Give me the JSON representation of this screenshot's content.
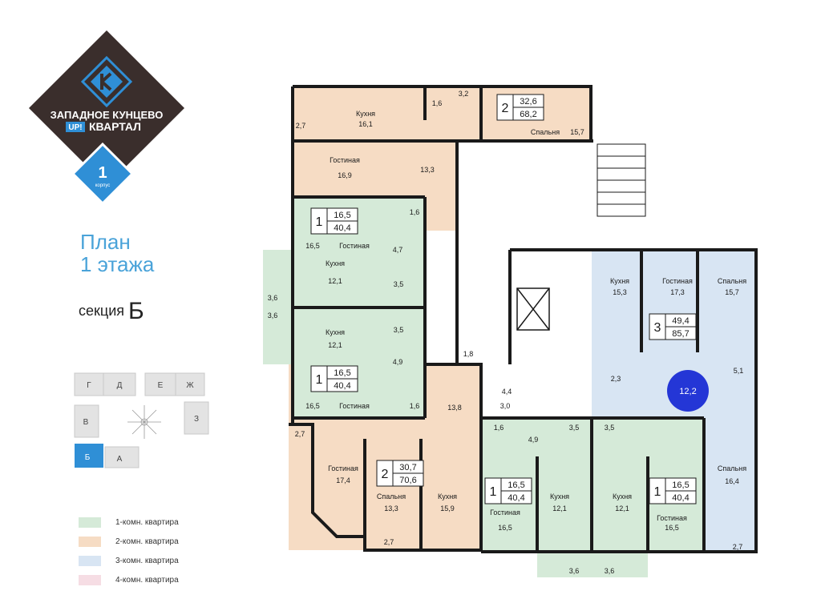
{
  "logo": {
    "line1": "ЗАПАДНОЕ КУНЦЕВО",
    "badge": "UP!",
    "line2": "КВАРТАЛ",
    "korpus_number": "1",
    "korpus_label": "корпус",
    "colors": {
      "diamond": "#3a2e2c",
      "accent": "#2f8fd6"
    }
  },
  "title": {
    "line1": "План",
    "line2": "1 этажа"
  },
  "section": {
    "label": "секция",
    "letter": "Б"
  },
  "keymap": {
    "sections": [
      "Г",
      "Д",
      "Е",
      "Ж",
      "З",
      "В",
      "Б",
      "А"
    ],
    "active": "Б",
    "colors": {
      "active": "#2f8fd6",
      "inactive": "#e3e3e3"
    }
  },
  "legend": [
    {
      "label": "1-комн. квартира",
      "color": "#d5ead8"
    },
    {
      "label": "2-комн. квартира",
      "color": "#f6dcc4"
    },
    {
      "label": "3-комн. квартира",
      "color": "#d8e5f3"
    },
    {
      "label": "4-комн. квартира",
      "color": "#f6dde4"
    }
  ],
  "plan": {
    "colors": {
      "one": "#d5ead8",
      "two": "#f6dcc4",
      "three": "#d8e5f3",
      "wall": "#1a1a1a",
      "highlight": "#2436d6"
    },
    "apartments": [
      {
        "id": "top-2",
        "rooms": "2",
        "living": "32,6",
        "total": "68,2"
      },
      {
        "id": "left-1a",
        "rooms": "1",
        "living": "16,5",
        "total": "40,4"
      },
      {
        "id": "left-1b",
        "rooms": "1",
        "living": "16,5",
        "total": "40,4"
      },
      {
        "id": "bottom-2",
        "rooms": "2",
        "living": "30,7",
        "total": "70,6"
      },
      {
        "id": "bottom-1a",
        "rooms": "1",
        "living": "16,5",
        "total": "40,4"
      },
      {
        "id": "bottom-1b",
        "rooms": "1",
        "living": "16,5",
        "total": "40,4"
      },
      {
        "id": "right-3",
        "rooms": "3",
        "living": "49,4",
        "total": "85,7"
      }
    ],
    "highlight_value": "12,2",
    "labels": [
      "Кухня",
      "16,1",
      "Спальня",
      "15,7",
      "Гостиная",
      "16,9",
      "13,3",
      "2,7",
      "1,6",
      "3,2",
      "16,5",
      "Гостиная",
      "1,6",
      "4,7",
      "Кухня",
      "12,1",
      "3,5",
      "3,6",
      "3,6",
      "Кухня",
      "12,1",
      "3,5",
      "4,9",
      "16,5",
      "Гостиная",
      "1,6",
      "1,8",
      "13,8",
      "4,4",
      "3,0",
      "2,7",
      "Гостиная",
      "17,4",
      "Спальня",
      "13,3",
      "Кухня",
      "15,9",
      "2,7",
      "1,6",
      "4,9",
      "3,5",
      "3,5",
      "Гостиная",
      "16,5",
      "Кухня",
      "12,1",
      "Кухня",
      "12,1",
      "Гостиная",
      "16,5",
      "3,6",
      "3,6",
      "Кухня",
      "15,3",
      "Гостиная",
      "17,3",
      "Спальня",
      "15,7",
      "2,3",
      "5,1",
      "Спальня",
      "16,4",
      "2,7"
    ]
  }
}
